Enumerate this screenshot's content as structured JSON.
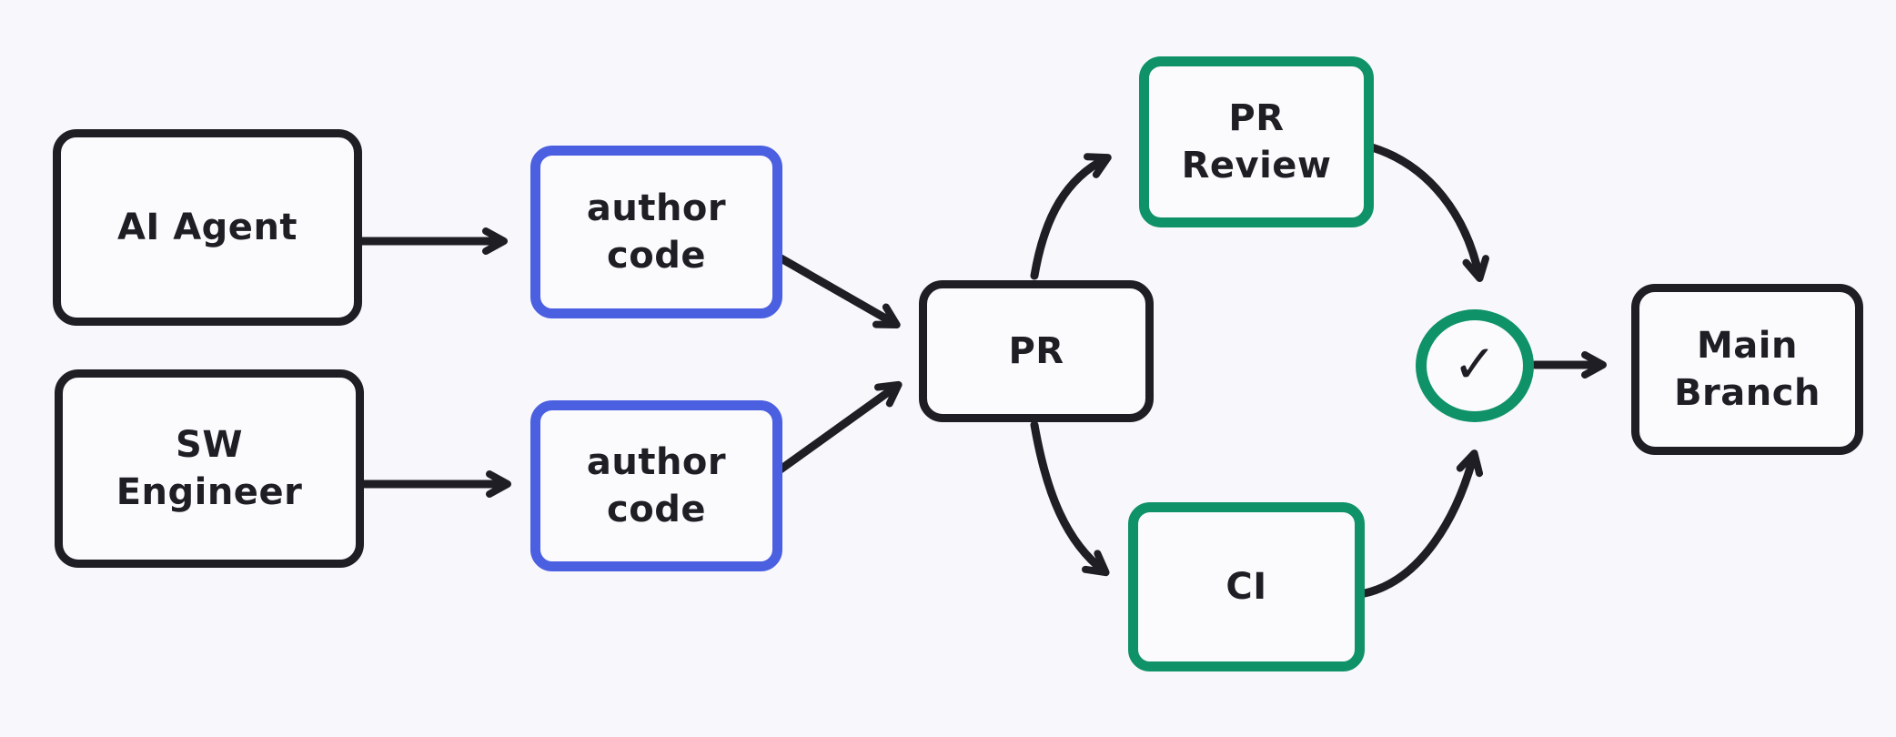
{
  "diagram": {
    "type": "flowchart",
    "colors": {
      "background": "#f8f8fc",
      "stroke": "#1e1e24",
      "blue_accent": "#4b5fe1",
      "green_accent": "#0f9267"
    },
    "nodes": {
      "ai_agent": {
        "label": "AI Agent",
        "border_color": "#1e1e24"
      },
      "author_code_top": {
        "label": "author\ncode",
        "border_color": "#4b5fe1"
      },
      "sw_engineer": {
        "label": "SW\nEngineer",
        "border_color": "#1e1e24"
      },
      "author_code_bottom": {
        "label": "author\ncode",
        "border_color": "#4b5fe1"
      },
      "pr": {
        "label": "PR",
        "border_color": "#1e1e24"
      },
      "pr_review": {
        "label": "PR\nReview",
        "border_color": "#0f9267"
      },
      "ci": {
        "label": "CI",
        "border_color": "#0f9267"
      },
      "approval": {
        "icon": "check-icon",
        "glyph": "✓",
        "border_color": "#0f9267"
      },
      "main_branch": {
        "label": "Main\nBranch",
        "border_color": "#1e1e24"
      }
    },
    "edges": [
      {
        "from": "ai_agent",
        "to": "author_code_top",
        "style": "straight"
      },
      {
        "from": "sw_engineer",
        "to": "author_code_bottom",
        "style": "straight"
      },
      {
        "from": "author_code_top",
        "to": "pr",
        "style": "straight"
      },
      {
        "from": "author_code_bottom",
        "to": "pr",
        "style": "straight"
      },
      {
        "from": "pr",
        "to": "pr_review",
        "style": "curved"
      },
      {
        "from": "pr",
        "to": "ci",
        "style": "curved"
      },
      {
        "from": "pr_review",
        "to": "approval",
        "style": "curved"
      },
      {
        "from": "ci",
        "to": "approval",
        "style": "curved"
      },
      {
        "from": "approval",
        "to": "main_branch",
        "style": "straight"
      }
    ]
  }
}
